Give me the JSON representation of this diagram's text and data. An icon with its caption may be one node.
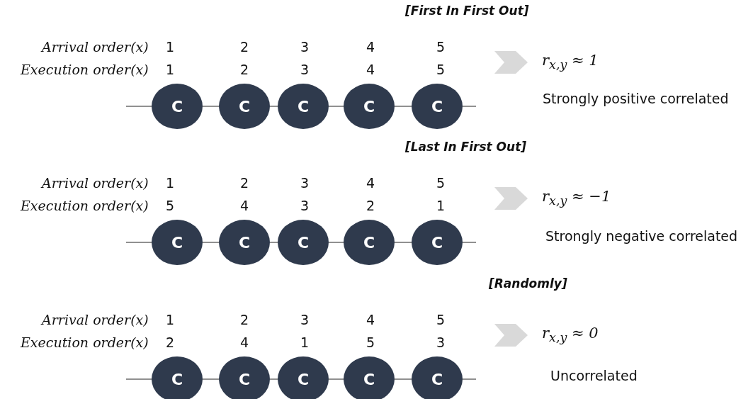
{
  "diagram": {
    "nodes": [
      {
        "text": [
          "C"
        ]
      },
      {
        "text": [
          "C"
        ]
      },
      {
        "text": [
          "C"
        ]
      },
      {
        "text": [
          "C"
        ]
      },
      {
        "text": [
          "C"
        ]
      },
      {
        "text": [
          "C"
        ]
      },
      {
        "text": [
          "C"
        ]
      },
      {
        "text": [
          "C"
        ]
      },
      {
        "text": [
          "C"
        ]
      },
      {
        "text": [
          "C"
        ]
      },
      {
        "text": [
          "C"
        ]
      },
      {
        "text": [
          "C"
        ]
      },
      {
        "text": [
          "C"
        ]
      },
      {
        "text": [
          "C"
        ]
      },
      {
        "text": [
          "C"
        ]
      }
    ],
    "edges": [
      {
        "from": null,
        "to": 0,
        "arrow": "none"
      },
      {
        "from": 0,
        "to": 1,
        "arrow": "none"
      },
      {
        "from": 1,
        "to": 2,
        "arrow": "none"
      },
      {
        "from": 2,
        "to": 3,
        "arrow": "none"
      },
      {
        "from": 3,
        "to": 4,
        "arrow": "none"
      },
      {
        "from": 4,
        "to": null,
        "arrow": "none"
      },
      {
        "from": null,
        "to": 5,
        "arrow": "none"
      },
      {
        "from": 5,
        "to": 6,
        "arrow": "none"
      },
      {
        "from": 6,
        "to": 7,
        "arrow": "none"
      },
      {
        "from": 7,
        "to": 8,
        "arrow": "none"
      },
      {
        "from": 8,
        "to": 9,
        "arrow": "none"
      },
      {
        "from": 9,
        "to": null,
        "arrow": "none"
      },
      {
        "from": null,
        "to": 10,
        "arrow": "none"
      },
      {
        "from": 10,
        "to": 11,
        "arrow": "none"
      },
      {
        "from": 11,
        "to": 12,
        "arrow": "none"
      },
      {
        "from": 12,
        "to": 13,
        "arrow": "none"
      },
      {
        "from": 13,
        "to": 14,
        "arrow": "none"
      },
      {
        "from": 14,
        "to": null,
        "arrow": "none"
      }
    ],
    "labels": [
      "[First In First Out]",
      "Arrival order(x)",
      "1",
      "2",
      "3",
      "4",
      "5",
      "Execution order(x)",
      "1",
      "2",
      "3",
      "4",
      "5",
      "r$_{x,y}$ ≈ 1",
      "Strongly positive correlated",
      "[Last In First Out]",
      "Arrival order(x)",
      "1",
      "2",
      "3",
      "4",
      "5",
      "Execution order(x)",
      "5",
      "4",
      "3",
      "2",
      "1",
      "r$_{x,y}$ ≈ −1",
      "Strongly negative correlated",
      "[Randomly]",
      "Arrival order(x)",
      "1",
      "2",
      "3",
      "4",
      "5",
      "Execution order(x)",
      "2",
      "4",
      "1",
      "5",
      "3",
      "r$_{x,y}$ ≈ 0",
      "Uncorrelated"
    ]
  }
}
